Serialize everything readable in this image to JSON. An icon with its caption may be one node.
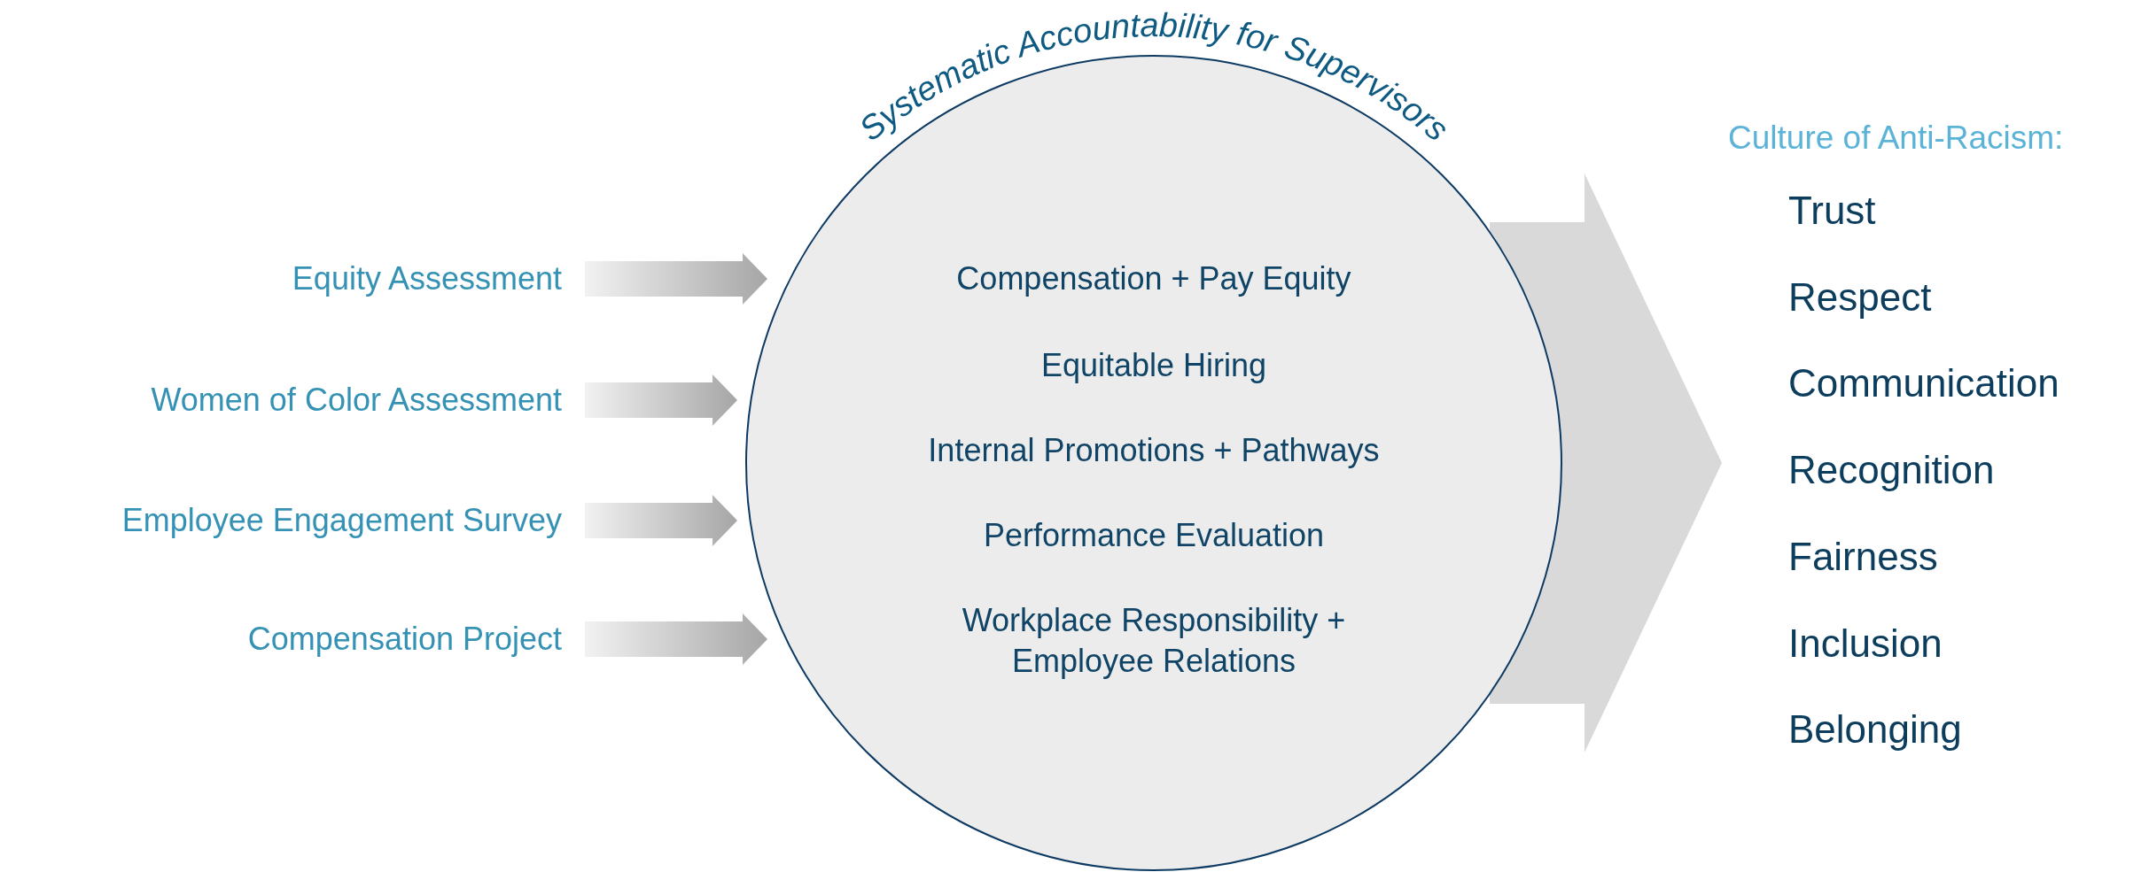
{
  "diagram": {
    "nodes": [
      {
        "text": [
          "Equity Assessment"
        ]
      },
      {
        "text": [
          "Women of Color Assessment"
        ]
      },
      {
        "text": [
          "Employee Engagement Survey"
        ]
      },
      {
        "text": [
          "Compensation Project"
        ]
      },
      {
        "text": [
          "Systematic Accountability for Supervisors",
          "Compensation + Pay Equity",
          "Equitable Hiring",
          "Internal Promotions + Pathways",
          "Performance Evaluation",
          "Workplace Responsibility + Employee Relations"
        ]
      },
      {
        "text": [
          "Culture of Anti-Racism:",
          "Trust",
          "Respect",
          "Communication",
          "Recognition",
          "Fairness",
          "Inclusion",
          "Belonging"
        ]
      }
    ],
    "edges": [
      {
        "from": 0,
        "to": 4,
        "arrow": "to"
      },
      {
        "from": 1,
        "to": 4,
        "arrow": "to"
      },
      {
        "from": 2,
        "to": 4,
        "arrow": "to"
      },
      {
        "from": 3,
        "to": 4,
        "arrow": "to"
      },
      {
        "from": 4,
        "to": 5,
        "arrow": "to",
        "style": "thick",
        "color": "#d9d9d9"
      }
    ]
  }
}
